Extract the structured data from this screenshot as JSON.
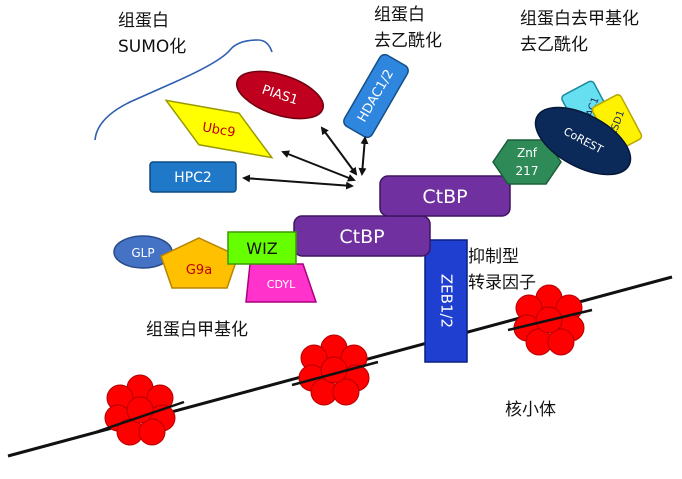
{
  "captions": {
    "sumo_line1": "组蛋白",
    "sumo_line2": "SUMO化",
    "deacetyl_line1": "组蛋白",
    "deacetyl_line2": "去乙酰化",
    "demethyl_line1": "组蛋白去甲基化",
    "demethyl_line2": "去乙酰化",
    "repressor_line1": "抑制型",
    "repressor_line2": "转录因子",
    "methyl": "组蛋白甲基化",
    "nucleosome": "核小体"
  },
  "proteins": {
    "pias1": "PIAS1",
    "ubc9": "Ubc9",
    "hpc2": "HPC2",
    "hdac12": "HDAC1/2",
    "znf217_line1": "Znf",
    "znf217_line2": "217",
    "corest": "CoREST",
    "hdac1": "HDAC1",
    "lsd1": "LSD1",
    "ctbp_upper": "CtBP",
    "ctbp_lower": "CtBP",
    "glp": "GLP",
    "g9a": "G9a",
    "wiz": "WIZ",
    "cdyl": "CDYL",
    "zeb12": "ZEB1/2"
  },
  "colors": {
    "ctbp": "#7030A0",
    "pias1": "#C0001F",
    "ubc9": "#FFFF00",
    "hpc2": "#1F78C8",
    "hdac12": "#2E86DE",
    "znf217": "#2E8B57",
    "corest": "#0B2A5A",
    "hdac1": "#66E0F0",
    "lsd1": "#FFF200",
    "glp": "#4472C4",
    "g9a": "#FFC000",
    "wiz": "#66FF00",
    "cdyl": "#FF33CC",
    "zeb12": "#1F3FD0",
    "nucleosome": "#FF0000"
  }
}
